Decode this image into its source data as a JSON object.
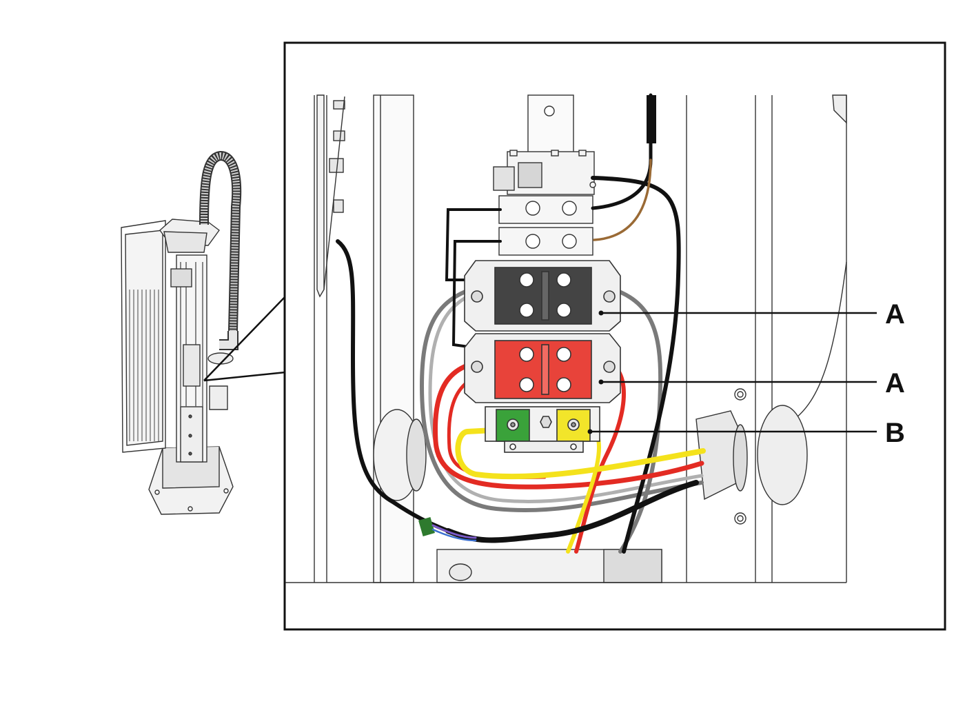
{
  "figure": {
    "callouts": [
      {
        "id": "A1",
        "label": "A",
        "target": "black-power-distribution-block"
      },
      {
        "id": "A2",
        "label": "A",
        "target": "red-power-distribution-block"
      },
      {
        "id": "B",
        "label": "B",
        "target": "ground-neutral-terminal"
      }
    ]
  },
  "colors": {
    "frame": "#111111",
    "wire_black": "#111111",
    "wire_red": "#e32b23",
    "wire_yellow": "#f4e21c",
    "wire_gray": "#8a8a8a",
    "wire_brown": "#9a6a35",
    "block_black": "#444444",
    "block_red": "#e8433a",
    "terminal_green": "#3aa23a",
    "terminal_yellow": "#f2e52a"
  }
}
